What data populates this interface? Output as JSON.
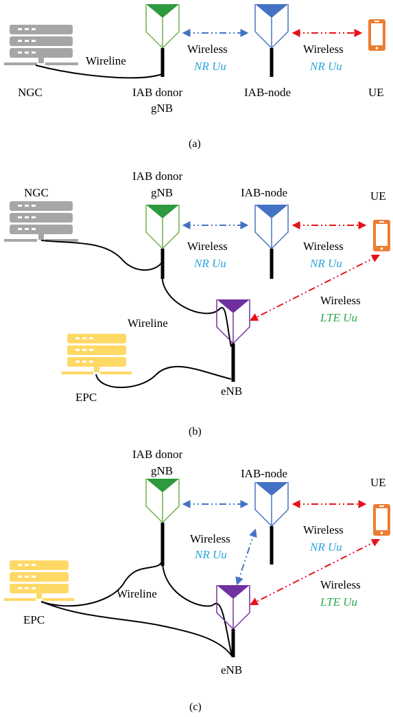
{
  "panel_a": {
    "caption": "(a)",
    "ngc": "NGC",
    "wireline": "Wireline",
    "donor_line1": "IAB donor",
    "donor_line2": "gNB",
    "iab_node": "IAB-node",
    "ue": "UE",
    "w1": "Wireless",
    "w1_sub": "NR Uu",
    "w2": "Wireless",
    "w2_sub": "NR Uu"
  },
  "panel_b": {
    "caption": "(b)",
    "ngc": "NGC",
    "donor_line1": "IAB donor",
    "donor_line2": "gNB",
    "iab_node": "IAB-node",
    "ue": "UE",
    "w1": "Wireless",
    "w1_sub": "NR Uu",
    "w2": "Wireless",
    "w2_sub": "NR Uu",
    "w3": "Wireless",
    "w3_sub": "LTE Uu",
    "wireline": "Wireline",
    "epc": "EPC",
    "enb": "eNB"
  },
  "panel_c": {
    "caption": "(c)",
    "donor_line1": "IAB donor",
    "donor_line2": "gNB",
    "iab_node": "IAB-node",
    "ue": "UE",
    "w1": "Wireless",
    "w1_sub": "NR Uu",
    "w2": "Wireless",
    "w2_sub": "NR Uu",
    "w3": "Wireless",
    "w3_sub": "LTE Uu",
    "wireline": "Wireline",
    "epc": "EPC",
    "enb": "eNB"
  },
  "colors": {
    "server_gray": "#a6a6a6",
    "server_yellow": "#ffd966",
    "gnb_green": "#70ad47",
    "gnb_dark_green": "#2e9a3e",
    "node_blue": "#4472c4",
    "enb_purple": "#7030a0",
    "ue_orange": "#ed7d31",
    "arrow_blue": "#4472c4",
    "arrow_red": "#e8111a",
    "label_blue": "#29a3d9",
    "label_green": "#2aa84a"
  }
}
